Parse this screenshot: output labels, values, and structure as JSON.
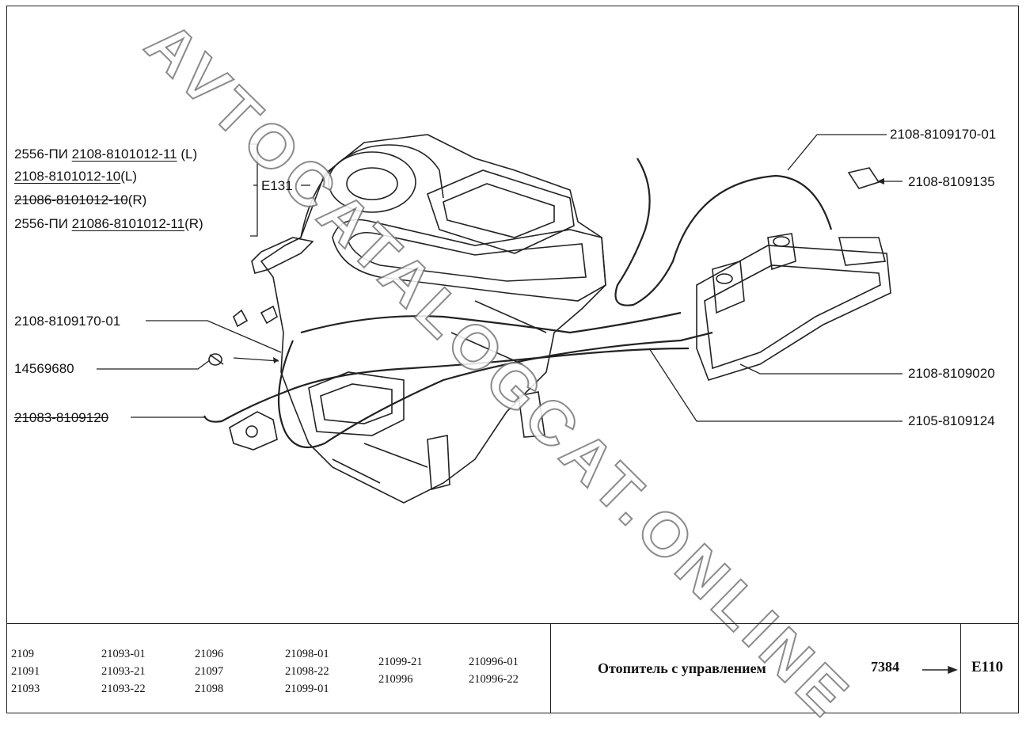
{
  "labels": {
    "pi1_prefix": "2556-ПИ",
    "pi1_part": "2108-8101012-11",
    "pi1_side": "(L)",
    "p2_part": "2108-8101012-10",
    "p2_side": "(L)",
    "p3_part": "21086-8101012-10",
    "p3_side": "(R)",
    "pi2_prefix": "2556-ПИ",
    "pi2_part": "21086-8101012-11",
    "pi2_side": "(R)",
    "group_ref": "E131",
    "cable_left": "2108-8109170-01",
    "clip": "14569680",
    "tap": "21083-8109120",
    "cable_top": "2108-8109170-01",
    "bracket": "2108-8109135",
    "control_unit": "2108-8109020",
    "cable_right": "2105-8109124"
  },
  "watermark": "AVTOCATALOGCAT.ONLINE",
  "models": {
    "col1": [
      "2109",
      "21091",
      "21093"
    ],
    "col2": [
      "21093-01",
      "21093-21",
      "21093-22"
    ],
    "col3": [
      "21096",
      "21097",
      "21098"
    ],
    "col4": [
      "21098-01",
      "21098-22",
      "21099-01"
    ],
    "col5": [
      "21099-21",
      "210996"
    ],
    "col6": [
      "210996-01",
      "210996-22"
    ]
  },
  "footer": {
    "title": "Отопитель с управлением",
    "code": "7384",
    "arrow": "→",
    "page": "E110"
  }
}
